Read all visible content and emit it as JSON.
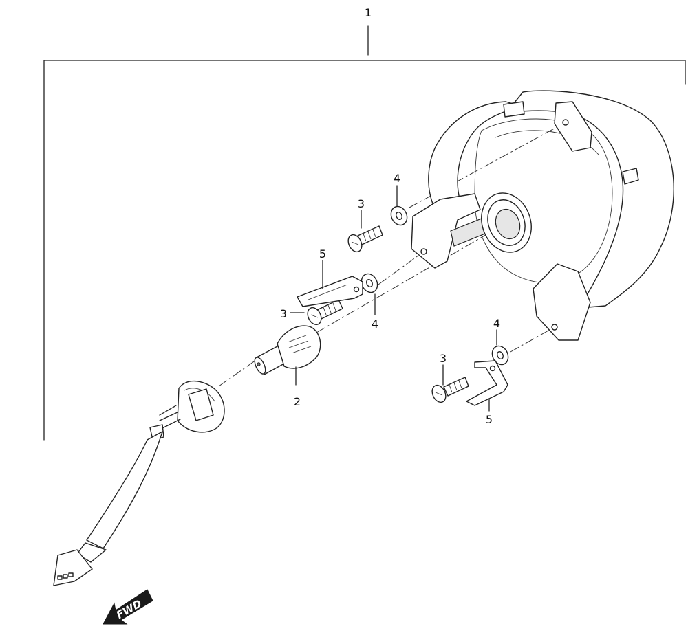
{
  "callouts": {
    "assembly": "1",
    "bulb": "2",
    "screw_a": "3",
    "screw_b": "3",
    "screw_c": "3",
    "washer_a": "4",
    "washer_b": "4",
    "washer_c": "4",
    "bracket_a": "5",
    "bracket_b": "5"
  },
  "direction_arrow": {
    "label": "FWD",
    "icon": "forward-arrow-icon"
  },
  "colors": {
    "line": "#222222",
    "background": "#ffffff",
    "arrow": "#1a1a1a"
  }
}
